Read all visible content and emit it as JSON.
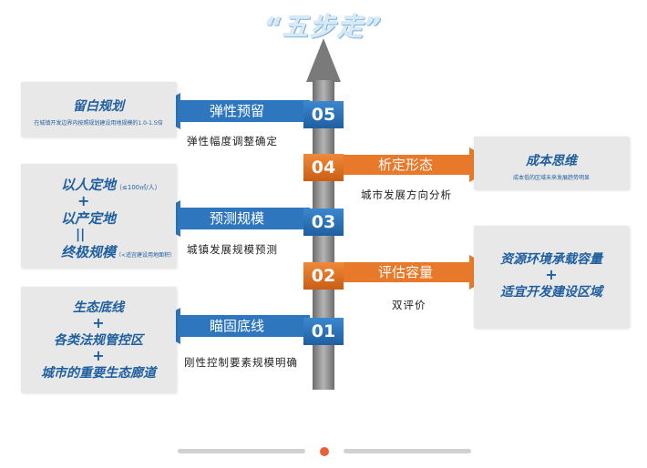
{
  "title": "“五步走”",
  "steps": [
    {
      "num": "05",
      "label": "弹性预留",
      "desc": "弹性幅度调整确定"
    },
    {
      "num": "04",
      "label": "析定形态",
      "desc": "城市发展方向分析"
    },
    {
      "num": "03",
      "label": "预测规模",
      "desc": "城镇发展规模预测"
    },
    {
      "num": "02",
      "label": "评估容量",
      "desc": "双评价"
    },
    {
      "num": "01",
      "label": "瞄固底线",
      "desc": "刚性控制要素规模明确"
    }
  ],
  "boxes": {
    "reserve": {
      "title": "留白规划",
      "sub": "在城镇开发边界内按照规划建设用地规模的1.0-1.5倍"
    },
    "cost": {
      "title": "成本思维",
      "sub": "成本低的区域未来发展趋势明显"
    },
    "scale": {
      "line1": "以人定地",
      "line1_note": "（≤100㎡/人）",
      "plus": "+",
      "line2": "以产定地",
      "equals": "||",
      "line3": "终极规模",
      "line3_note": "（<适宜建设用地面积）"
    },
    "resource": {
      "line1": "资源环境承载容量",
      "plus": "+",
      "line2": "适宜开发建设区域"
    },
    "baseline": {
      "line1": "生态底线",
      "plus1": "+",
      "line2": "各类法规管控区",
      "plus2": "+",
      "line3": "城市的重要生态廊道"
    }
  },
  "colors": {
    "blue": "#2e77bf",
    "orange": "#e8782a",
    "gray": "#8c8c8c",
    "box": "#e8e8e8"
  }
}
